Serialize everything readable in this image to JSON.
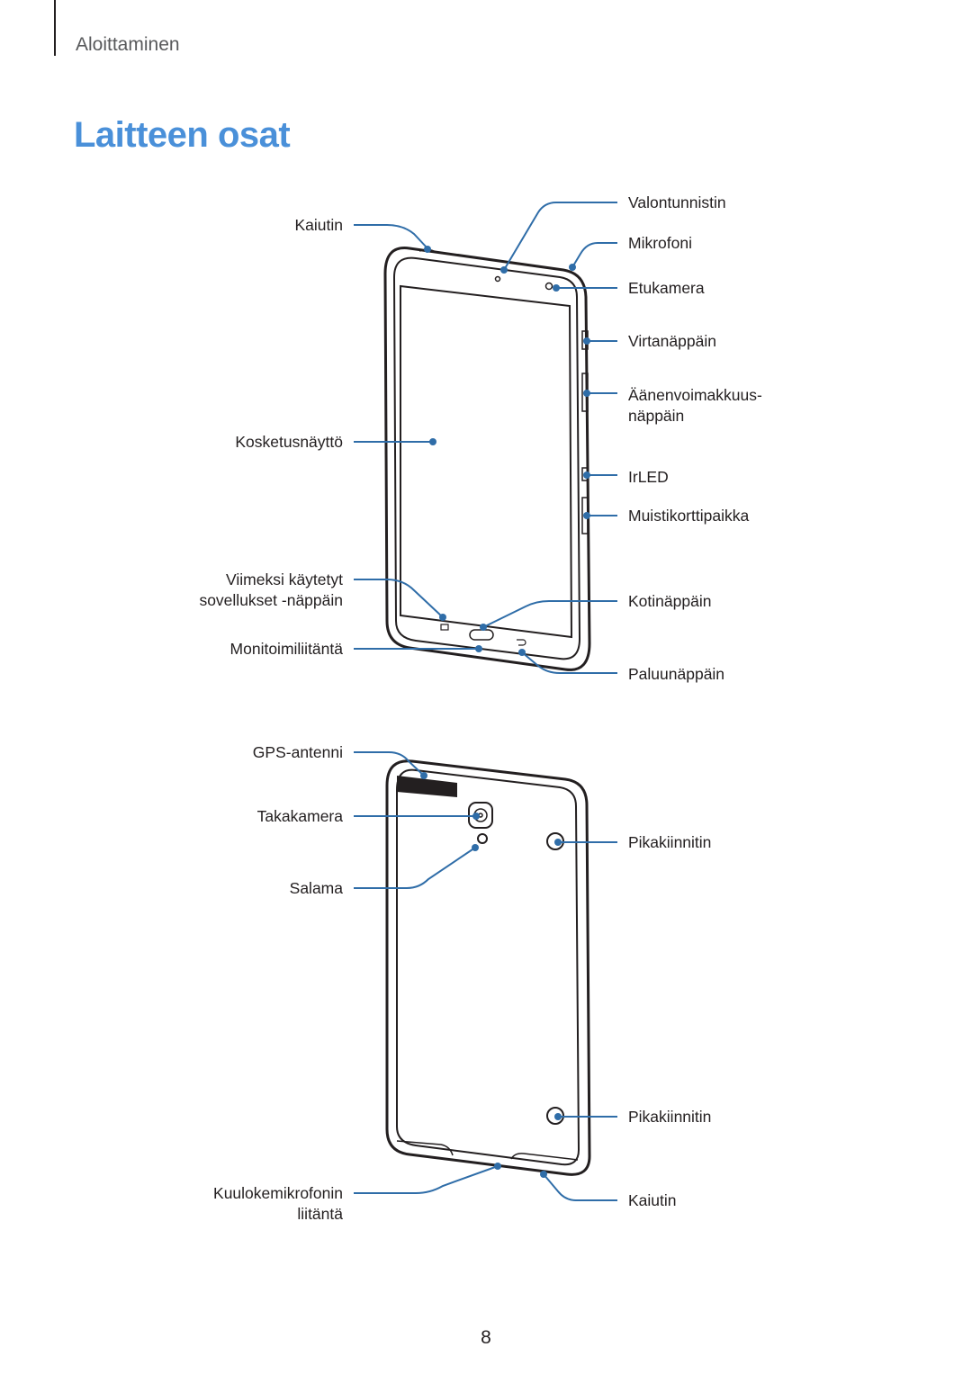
{
  "header": {
    "section": "Aloittaminen"
  },
  "title": "Laitteen osat",
  "front": {
    "kaiutin": "Kaiutin",
    "kosketusnaytto": "Kosketusnäyttö",
    "viimeksi_line1": "Viimeksi käytetyt",
    "viimeksi_line2": "sovellukset -näppäin",
    "monitoimiliitanta": "Monitoimiliitäntä",
    "valontunnistin": "Valontunnistin",
    "mikrofoni": "Mikrofoni",
    "etukamera": "Etukamera",
    "virtanappain": "Virtanäppäin",
    "aanenvoimakkuus_line1": "Äänenvoimakkuus-",
    "aanenvoimakkuus_line2": "näppäin",
    "irled": "IrLED",
    "muistikorttipaikka": "Muistikorttipaikka",
    "kotinappain": "Kotinäppäin",
    "paluunappain": "Paluunäppäin"
  },
  "back": {
    "gps_antenni": "GPS-antenni",
    "takakamera": "Takakamera",
    "salama": "Salama",
    "pikakiinnitin_top": "Pikakiinnitin",
    "pikakiinnitin_bottom": "Pikakiinnitin",
    "kuulokemikrofonin_line1": "Kuulokemikrofonin",
    "kuulokemikrofonin_line2": "liitäntä",
    "kaiutin": "Kaiutin"
  },
  "page_number": "8",
  "colors": {
    "title": "#4a90d9",
    "leader": "#2f6da8",
    "text": "#231f20"
  }
}
